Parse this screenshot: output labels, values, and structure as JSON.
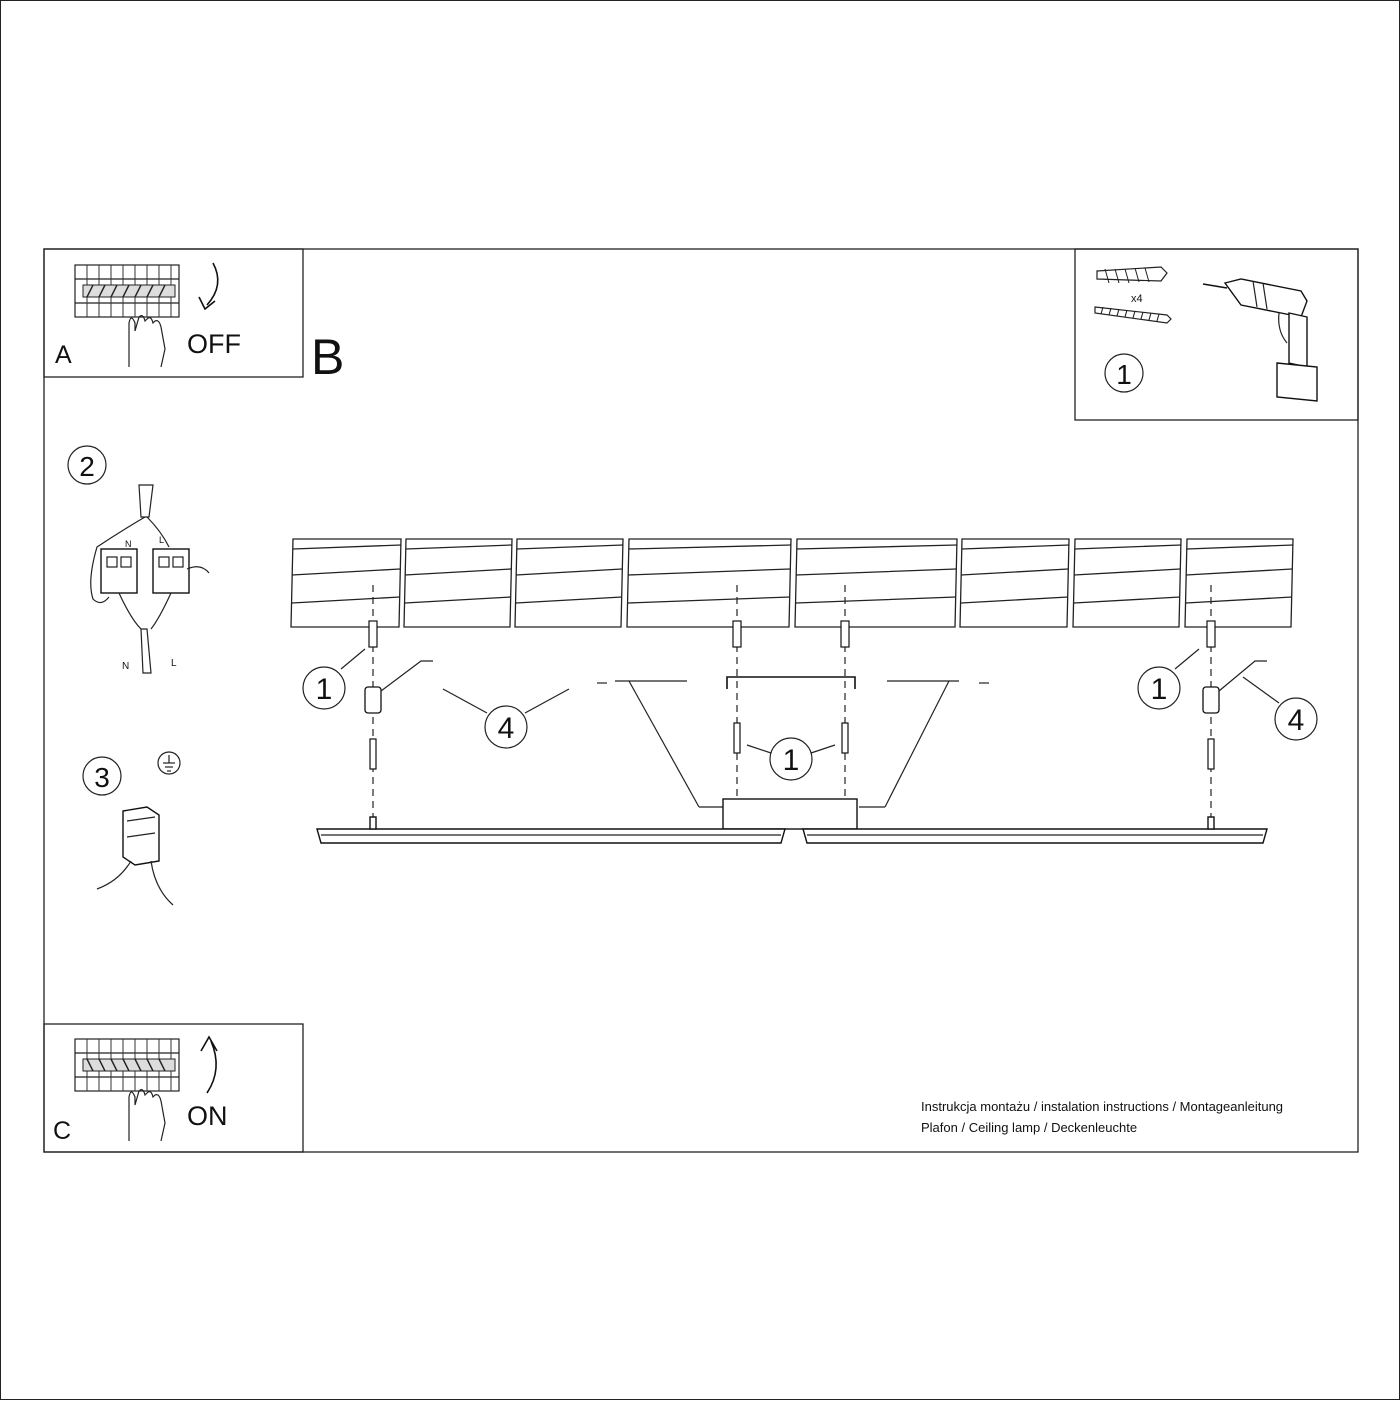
{
  "panels": {
    "a": {
      "letter": "A",
      "action": "OFF"
    },
    "b": {
      "letter": "B"
    },
    "c": {
      "letter": "C",
      "action": "ON"
    }
  },
  "callouts": {
    "tools_step": "1",
    "wiring_step": "2",
    "ground_step": "3",
    "left_anchor": "1",
    "left_cover": "4",
    "center_anchor": "1",
    "right_anchor": "1",
    "right_cover": "4"
  },
  "wiring_labels": {
    "n_top": "N",
    "l_top": "L",
    "n_bottom": "N",
    "l_bottom": "L"
  },
  "hardware": {
    "quantity": "x4"
  },
  "footer": {
    "line1": "Instrukcja montażu / instalation instructions / Montageanleitung",
    "line2": "Plafon / Ceiling lamp / Deckenleuchte"
  },
  "icons": [
    "circuit-breaker-icon",
    "hand-icon",
    "arrow-down-icon",
    "arrow-up-icon",
    "drill-icon",
    "wall-plug-icon",
    "screw-icon",
    "ground-symbol-icon",
    "terminal-block-icon"
  ]
}
